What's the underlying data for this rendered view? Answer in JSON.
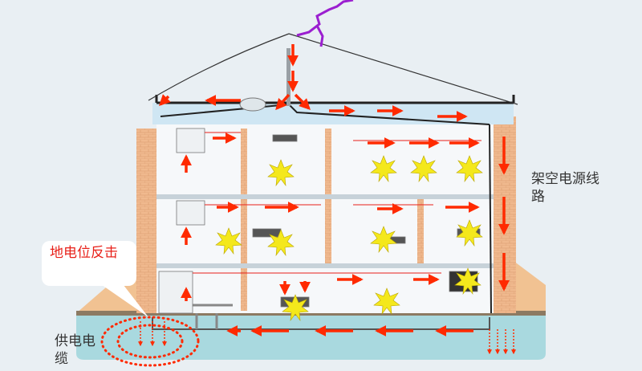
{
  "labels": {
    "overhead_line": "架空电源线路",
    "ground_counterattack": "地电位反击",
    "supply_cable": "供电电缆"
  },
  "colors": {
    "arrow": "#ff2a00",
    "lightning": "#9b1fd0",
    "ground": "#a9d9df",
    "earth": "#f1c292",
    "brick": "#f0b98e",
    "damage": "#f4e81c"
  }
}
